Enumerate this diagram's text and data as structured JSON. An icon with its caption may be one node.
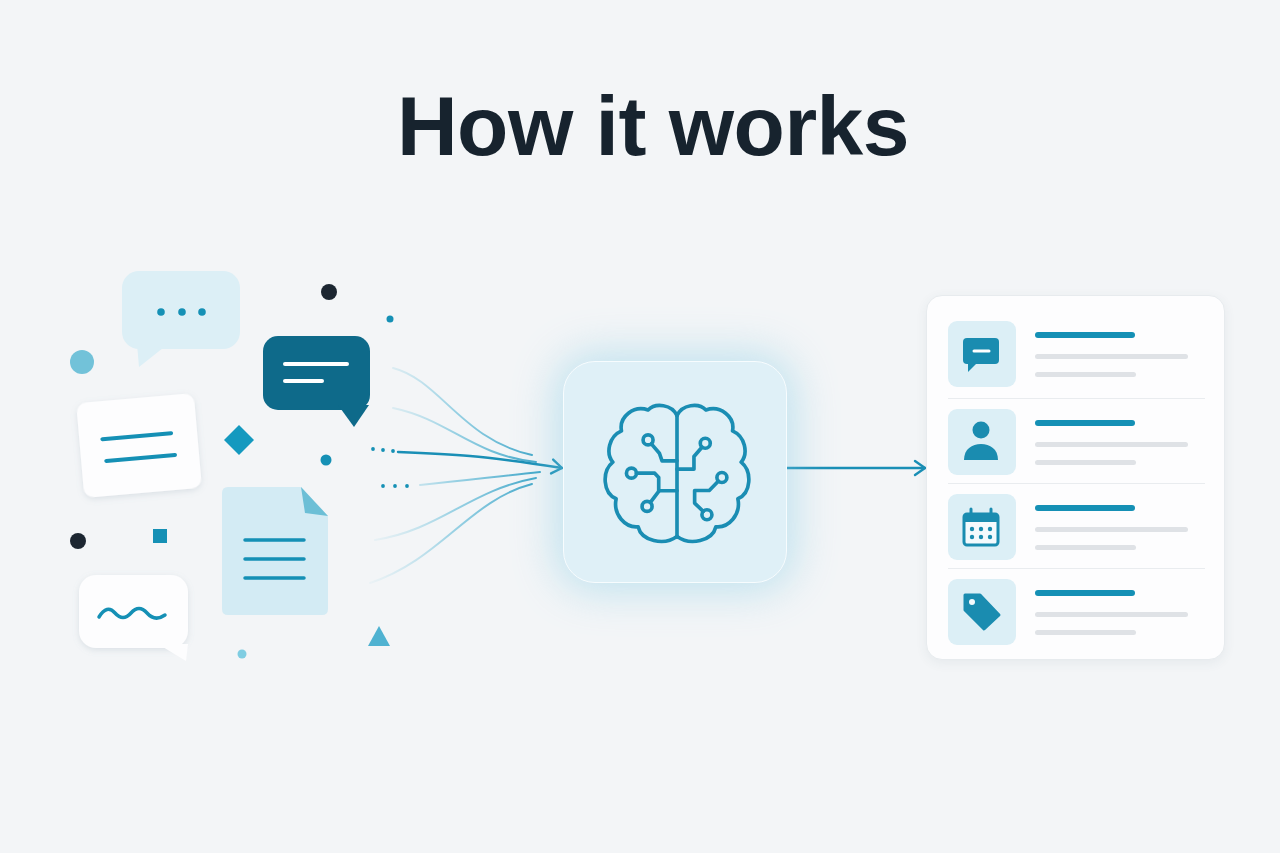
{
  "diagram": {
    "title": "How it works",
    "nodes": [
      {
        "text": [],
        "shape": "picture"
      },
      {
        "text": [],
        "shape": "box"
      },
      {
        "text": [],
        "shape": "box"
      }
    ],
    "edges": [
      {
        "from": 0,
        "to": 1,
        "arrow": "to"
      },
      {
        "from": 1,
        "to": 2,
        "arrow": "to"
      }
    ]
  }
}
